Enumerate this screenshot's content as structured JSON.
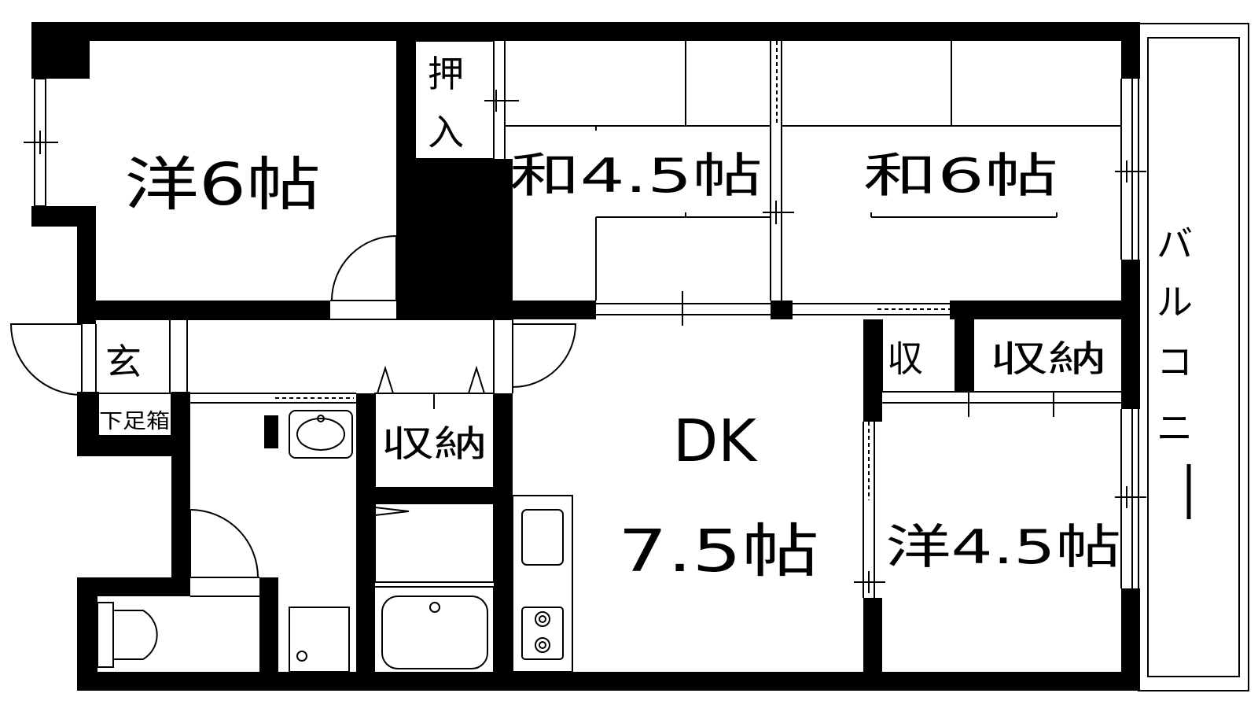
{
  "rooms": {
    "western_6": "洋6帖",
    "oshiire_top": "押",
    "oshiire_bottom": "入",
    "japanese_45": "和4.5帖",
    "japanese_6": "和6帖",
    "entrance": "玄",
    "shoe_box": "下足箱",
    "storage_hall": "収納",
    "storage_small": "収",
    "storage_right": "収納",
    "dk_title": "DK",
    "dk_size": "7.5帖",
    "western_45": "洋4.5帖",
    "balcony": [
      "バ",
      "ル",
      "コ",
      "ニ",
      "ー"
    ]
  }
}
